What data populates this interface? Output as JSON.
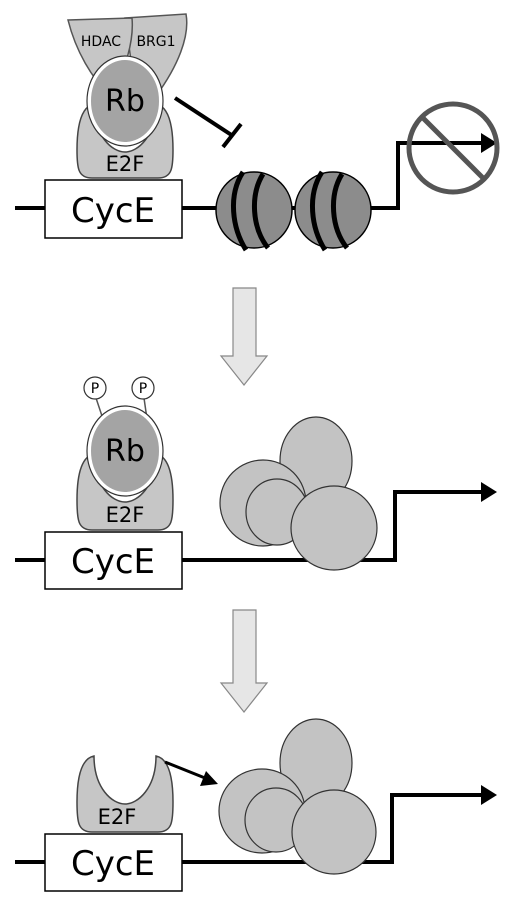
{
  "labels": {
    "hdac": "HDAC",
    "brg1": "BRG1",
    "rb": "Rb",
    "e2f": "E2F",
    "cyce": "CycE",
    "phospho": "P"
  },
  "colors": {
    "protein_fill": "#c6c6c6",
    "rb_fill": "#a4a4a4",
    "nucleosome_fill": "#8c8c8c",
    "open_chromatin_fill": "#c3c3c3",
    "down_arrow_fill": "#e6e6e6",
    "line": "#000000"
  }
}
